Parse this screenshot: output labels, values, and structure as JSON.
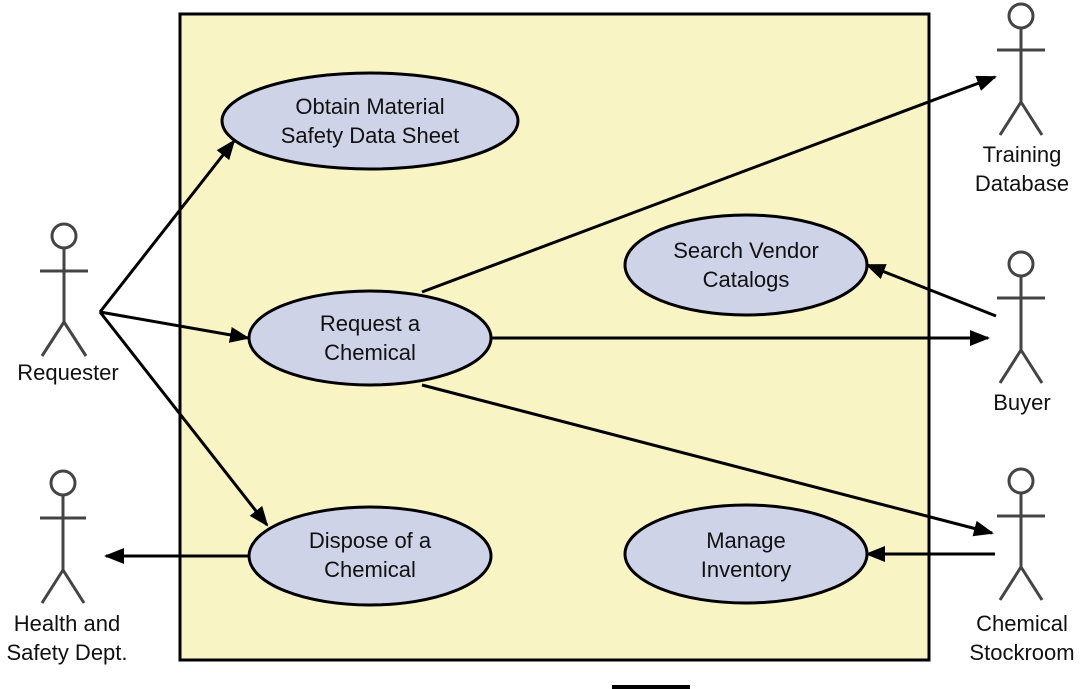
{
  "colors": {
    "system_boundary_fill": "#f8f4c4",
    "use_case_fill": "#cfd3e8",
    "line": "#000000",
    "actor_stroke": "#444444"
  },
  "actors": {
    "requester": {
      "line1": "Requester",
      "line2": ""
    },
    "health_safety": {
      "line1": "Health and",
      "line2": "Safety Dept."
    },
    "training_db": {
      "line1": "Training",
      "line2": "Database"
    },
    "buyer": {
      "line1": "Buyer",
      "line2": ""
    },
    "stockroom": {
      "line1": "Chemical",
      "line2": "Stockroom"
    }
  },
  "use_cases": {
    "obtain_msds": {
      "line1": "Obtain Material",
      "line2": "Safety Data Sheet"
    },
    "request_chemical": {
      "line1": "Request a",
      "line2": "Chemical"
    },
    "dispose_chemical": {
      "line1": "Dispose of a",
      "line2": "Chemical"
    },
    "search_catalogs": {
      "line1": "Search Vendor",
      "line2": "Catalogs"
    },
    "manage_inventory": {
      "line1": "Manage",
      "line2": "Inventory"
    }
  }
}
